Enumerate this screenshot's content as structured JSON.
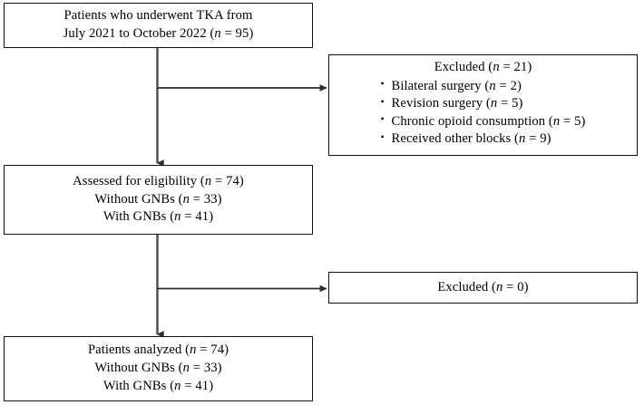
{
  "diagram": {
    "type": "flowchart",
    "title": "CONSORT-style patient flow diagram",
    "orientation": "top-to-bottom",
    "colors": {
      "background": "#ffffff",
      "box_border": "#111111",
      "connector": "#4a4a4a",
      "text": "#000000"
    }
  },
  "nodes": {
    "enrolled": {
      "line1": "Patients who underwent TKA from",
      "line2_pre": "July 2021 to October 2022 (",
      "line2_n": "n",
      "line2_post": " = 95)"
    },
    "excluded_first": {
      "heading_pre": "Excluded (",
      "heading_n": "n",
      "heading_post": " = 21)",
      "items": [
        {
          "label": "Bilateral surgery (",
          "n": "n",
          "value": " = 2)"
        },
        {
          "label": "Revision surgery (",
          "n": "n",
          "value": " = 5)"
        },
        {
          "label": "Chronic opioid consumption (",
          "n": "n",
          "value": " = 5)"
        },
        {
          "label": "Received other blocks (",
          "n": "n",
          "value": " = 9)"
        }
      ]
    },
    "assessed": {
      "line1_pre": "Assessed for eligibility (",
      "line1_n": "n",
      "line1_post": " = 74)",
      "line2_pre": "Without GNBs (",
      "line2_n": "n",
      "line2_post": " = 33)",
      "line3_pre": "With GNBs (",
      "line3_n": "n",
      "line3_post": " = 41)"
    },
    "excluded_second": {
      "heading_pre": "Excluded (",
      "heading_n": "n",
      "heading_post": " = 0)"
    },
    "analyzed": {
      "line1_pre": "Patients analyzed (",
      "line1_n": "n",
      "line1_post": " = 74)",
      "line2_pre": "Without GNBs (",
      "line2_n": "n",
      "line2_post": " = 33)",
      "line3_pre": "With GNBs (",
      "line3_n": "n",
      "line3_post": " = 41)"
    }
  }
}
